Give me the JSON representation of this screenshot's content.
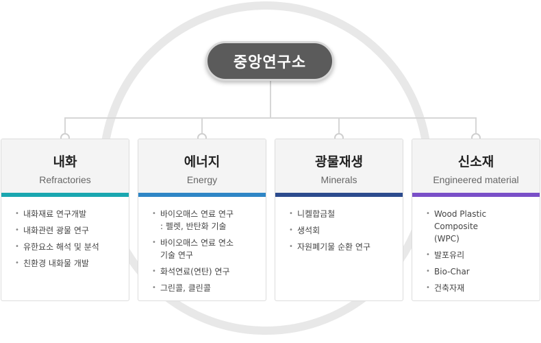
{
  "root": {
    "label": "중앙연구소"
  },
  "cards": [
    {
      "title": "내화",
      "subtitle": "Refractories",
      "accent": "#1aa7b0",
      "items": [
        "내화재료 연구개발",
        "내화관련 광물 연구",
        "유한요소 해석 및 분석",
        "친환경 내화물 개발"
      ]
    },
    {
      "title": "에너지",
      "subtitle": "Energy",
      "accent": "#2f86c6",
      "items": [
        "바이오매스 연료 연구\n: 펠렛, 반탄화 기술",
        "바이오매스 연료 연소\n기술 연구",
        "화석연료(연탄) 연구",
        "그린콜, 클린콜"
      ]
    },
    {
      "title": "광물재생",
      "subtitle": "Minerals",
      "accent": "#2c4b8e",
      "items": [
        "니켈합금철",
        "생석회",
        "자원폐기물 순환 연구"
      ]
    },
    {
      "title": "신소재",
      "subtitle": "Engineered material",
      "accent": "#7a4fc8",
      "items": [
        "Wood Plastic Composite\n(WPC)",
        "발포유리",
        "Bio-Char",
        "건축자재"
      ]
    }
  ]
}
